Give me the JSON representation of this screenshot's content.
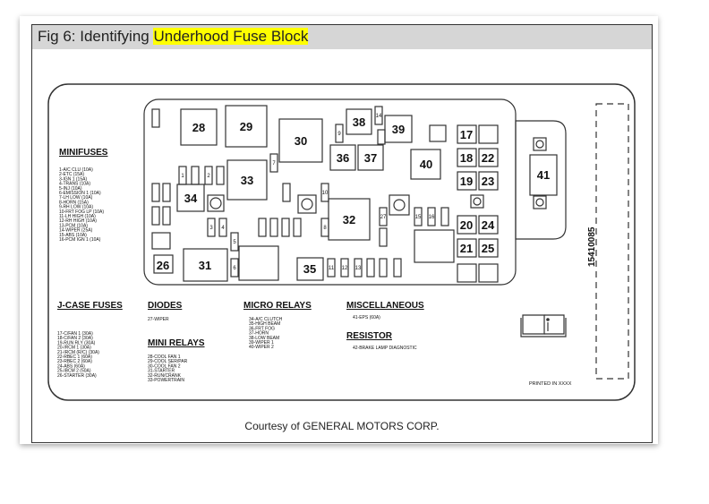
{
  "title": {
    "prefix": "Fig 6: Identifying ",
    "highlight": "Underhood Fuse Block"
  },
  "courtesy": "Courtesy of GENERAL MOTORS CORP.",
  "diagram": {
    "minifuses_heading": "MINIFUSES",
    "minifuses": [
      "1-A/C CLU (10A)",
      "2-ETC (15A)",
      "3-IGN 1 (15A)",
      "4-TRANS (10A)",
      "5-INJ (10A)",
      "6-EMISSION 1 (10A)",
      "7-LH LOW (10A)",
      "8-HORN (15A)",
      "9-RH LOW (10A)",
      "10-FRT FOG LP (10A)",
      "11-LH HIGH (10A)",
      "12-RH HIGH (10A)",
      "13-PCM (10A)",
      "14-WIPER (25A)",
      "15-ABS (10A)",
      "16-PCM IGN 1 (10A)"
    ],
    "jcase_heading": "J-CASE FUSES",
    "jcase": [
      "17-C/FAN 1 (30A)",
      "18-C/FAN 2 (30A)",
      "19-RUN RLY (30A)",
      "20-IRCM 1 (30A)",
      "21-IRCM (R/C) (30A)",
      "22-RBEC 1 (60A)",
      "23-RBEC 2 (60A)",
      "24-ABS (60A)",
      "25-IBCM 2 (50A)",
      "26-STARTER (30A)"
    ],
    "diodes_heading": "DIODES",
    "diodes": [
      "27-WIPER"
    ],
    "mini_relays_heading": "MINI RELAYS",
    "mini_relays": [
      "28-COOL FAN 1",
      "29-COOL SER/PAR",
      "30-COOL FAN 2",
      "31-STARTER",
      "32-RUN/CRANK",
      "33-POWERTRAIN"
    ],
    "micro_relays_heading": "MICRO RELAYS",
    "micro_relays": [
      "34-A/C CLUTCH",
      "35-HIGH BEAM",
      "36-FRT FOG",
      "37-HORN",
      "38-LOW BEAM",
      "39-WIPER 1",
      "40-WIPER 2"
    ],
    "misc_heading": "MISCELLANEOUS",
    "misc": [
      "41-EPS (60A)"
    ],
    "resistor_heading": "RESISTOR",
    "resistor": [
      "42-BRAKE LAMP DIAGNOSTIC"
    ],
    "printed": "PRINTED IN XXXX",
    "part_number": "15410085",
    "boxes": {
      "b28": "28",
      "b29": "29",
      "b30": "30",
      "b38": "38",
      "b39": "39",
      "b36": "36",
      "b37": "37",
      "b40": "40",
      "b33": "33",
      "b34": "34",
      "b32": "32",
      "b26": "26",
      "b31": "31",
      "b35": "35",
      "b17": "17",
      "b18": "18",
      "b22": "22",
      "b19": "19",
      "b23": "23",
      "b20": "20",
      "b24": "24",
      "b21": "21",
      "b25": "25",
      "b41": "41"
    },
    "minis": {
      "m1": "1",
      "m2": "2",
      "m3": "3",
      "m4": "4",
      "m5": "5",
      "m6": "6",
      "m7": "7",
      "m8": "8",
      "m9": "9",
      "m10": "10",
      "m11": "11",
      "m12": "12",
      "m13": "13",
      "m14": "14",
      "m15": "15",
      "m16": "16",
      "m27": "27"
    }
  }
}
